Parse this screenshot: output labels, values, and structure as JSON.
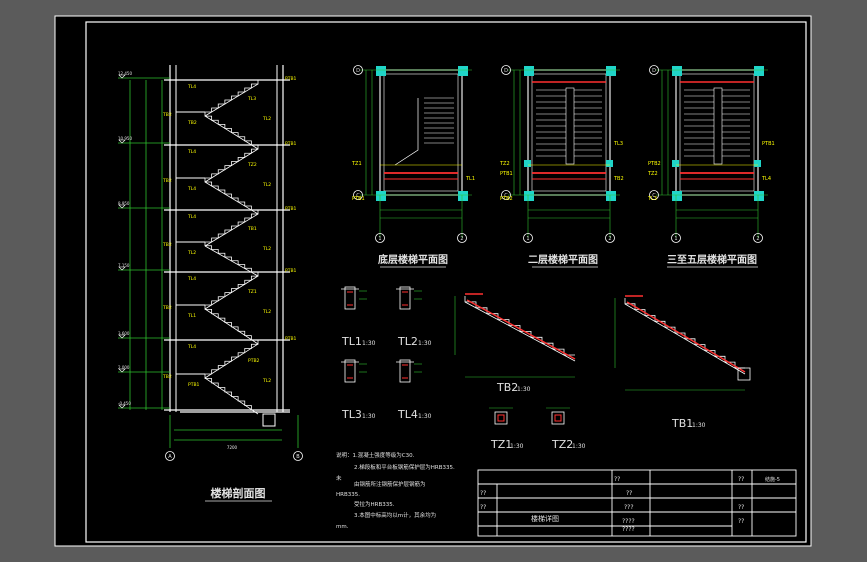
{
  "colors": {
    "background": "#5b5b5b",
    "paper": "#000000",
    "line": "#ffffff",
    "dim": "#2ec02e",
    "rebar": "#ff3030",
    "column": "#20d5c8",
    "label": "#ffff00"
  },
  "section": {
    "title": "楼梯剖面图",
    "axis_left": "A",
    "axis_right": "B",
    "total_dim": "7200",
    "elevations": [
      "12.450",
      "10.950",
      "8.950",
      "7.150",
      "3.600",
      "2.000",
      "-0.450"
    ],
    "labels": [
      "TB2",
      "TL3",
      "TL4",
      "TZ2",
      "TL2",
      "TB1",
      "TL1",
      "TZ1",
      "PTB1",
      "PTB2"
    ]
  },
  "plans": [
    {
      "title": "底层楼梯平面图",
      "axis_top": "D",
      "axis_bottom": "C",
      "axis_left": "1",
      "axis_right": "2",
      "labels": [
        "TZ1",
        "TL1",
        "PTB1"
      ]
    },
    {
      "title": "二层楼梯平面图",
      "axis_top": "D",
      "axis_bottom": "C",
      "axis_left": "1",
      "axis_right": "2",
      "labels": [
        "TZ2",
        "TB2",
        "PTB2",
        "TL3",
        "PTB1"
      ]
    },
    {
      "title": "三至五层楼梯平面图",
      "axis_top": "D",
      "axis_bottom": "C",
      "axis_left": "1",
      "axis_right": "2",
      "labels": [
        "PTB2",
        "TL4",
        "TL3",
        "PTB1",
        "TZ2"
      ]
    }
  ],
  "details": [
    {
      "name": "TL1",
      "scale": "1:30"
    },
    {
      "name": "TL2",
      "scale": "1:30"
    },
    {
      "name": "TL3",
      "scale": "1:30"
    },
    {
      "name": "TL4",
      "scale": "1:30"
    },
    {
      "name": "TB2",
      "scale": "1:30"
    },
    {
      "name": "TB1",
      "scale": "1:30"
    },
    {
      "name": "TZ1",
      "scale": "1:30"
    },
    {
      "name": "TZ2",
      "scale": "1:30"
    }
  ],
  "notes": [
    "说明：1.混凝土强度等级为C30.",
    "2.梯段板和平台板钢筋保护层为HRB335.",
    "未",
    "由钢筋所注钢筋保护层钢筋为",
    "HRB335.",
    "受拉为HRB335.",
    "3.本图中标高均以m计，其余均为",
    "mm."
  ],
  "title_block": {
    "drawing_name": "楼梯详图",
    "sheet_no": "结施-5",
    "placeholders": [
      "??",
      "??",
      "??",
      "??",
      "???",
      "????",
      "????",
      "??",
      "??",
      "??"
    ]
  }
}
